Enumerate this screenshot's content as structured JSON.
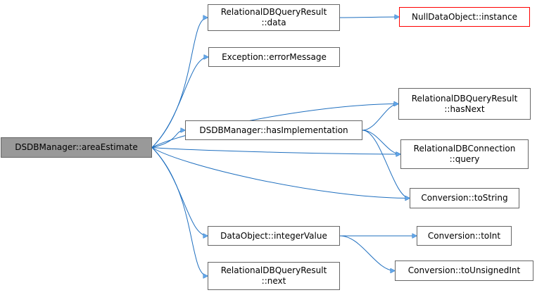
{
  "graph": {
    "nodes": {
      "root": [
        "DSDBManager::areaEstimate"
      ],
      "data": [
        "RelationalDBQueryResult",
        "::data"
      ],
      "null_instance": [
        "NullDataObject::instance"
      ],
      "error_message": [
        "Exception::errorMessage"
      ],
      "has_next": [
        "RelationalDBQueryResult",
        "::hasNext"
      ],
      "has_impl": [
        "DSDBManager::hasImplementation"
      ],
      "query": [
        "RelationalDBConnection",
        "::query"
      ],
      "to_string": [
        "Conversion::toString"
      ],
      "integer_value": [
        "DataObject::integerValue"
      ],
      "to_int": [
        "Conversion::toInt"
      ],
      "next": [
        "RelationalDBQueryResult",
        "::next"
      ],
      "to_unsigned_int": [
        "Conversion::toUnsignedInt"
      ]
    },
    "edges": [
      [
        "root",
        "data"
      ],
      [
        "root",
        "error_message"
      ],
      [
        "root",
        "has_next"
      ],
      [
        "root",
        "has_impl"
      ],
      [
        "root",
        "query"
      ],
      [
        "root",
        "to_string"
      ],
      [
        "root",
        "integer_value"
      ],
      [
        "root",
        "next"
      ],
      [
        "data",
        "null_instance"
      ],
      [
        "has_impl",
        "has_next"
      ],
      [
        "has_impl",
        "query"
      ],
      [
        "has_impl",
        "to_string"
      ],
      [
        "integer_value",
        "to_int"
      ],
      [
        "integer_value",
        "to_unsigned_int"
      ]
    ],
    "colors": {
      "edge": "#1f6fbf",
      "arrowhead": "#63a6e8",
      "root_fill": "#999999",
      "null_border": "#ff0000",
      "node_border": "#666666"
    }
  }
}
